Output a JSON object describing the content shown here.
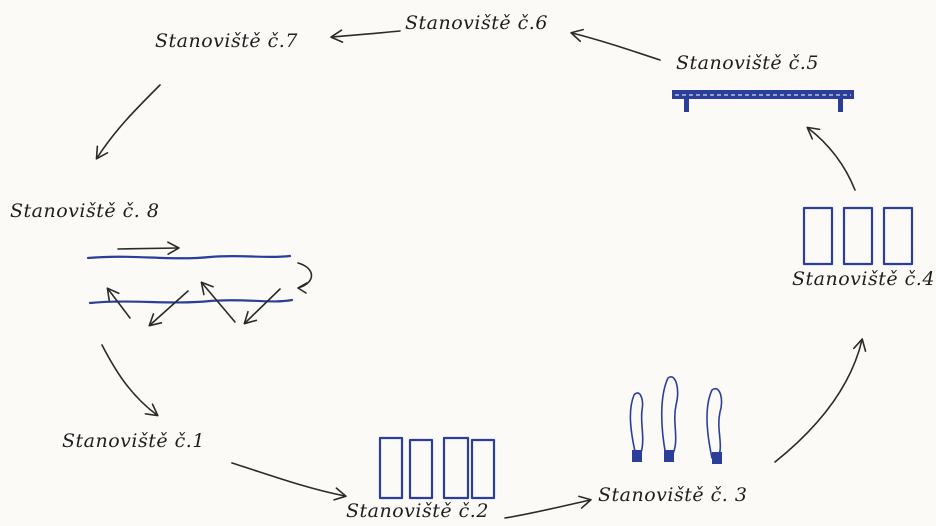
{
  "stations": {
    "s1": "Stanoviště č.1",
    "s2": "Stanoviště č.2",
    "s3": "Stanoviště č. 3",
    "s4": "Stanoviště č.4",
    "s5": "Stanoviště č.5",
    "s6": "Stanoviště č.6",
    "s7": "Stanoviště č.7",
    "s8": "Stanoviště č. 8"
  },
  "colors": {
    "ink": "#2a2a2a",
    "blue": "#2b3f9a",
    "paper": "#fbfaf7"
  }
}
